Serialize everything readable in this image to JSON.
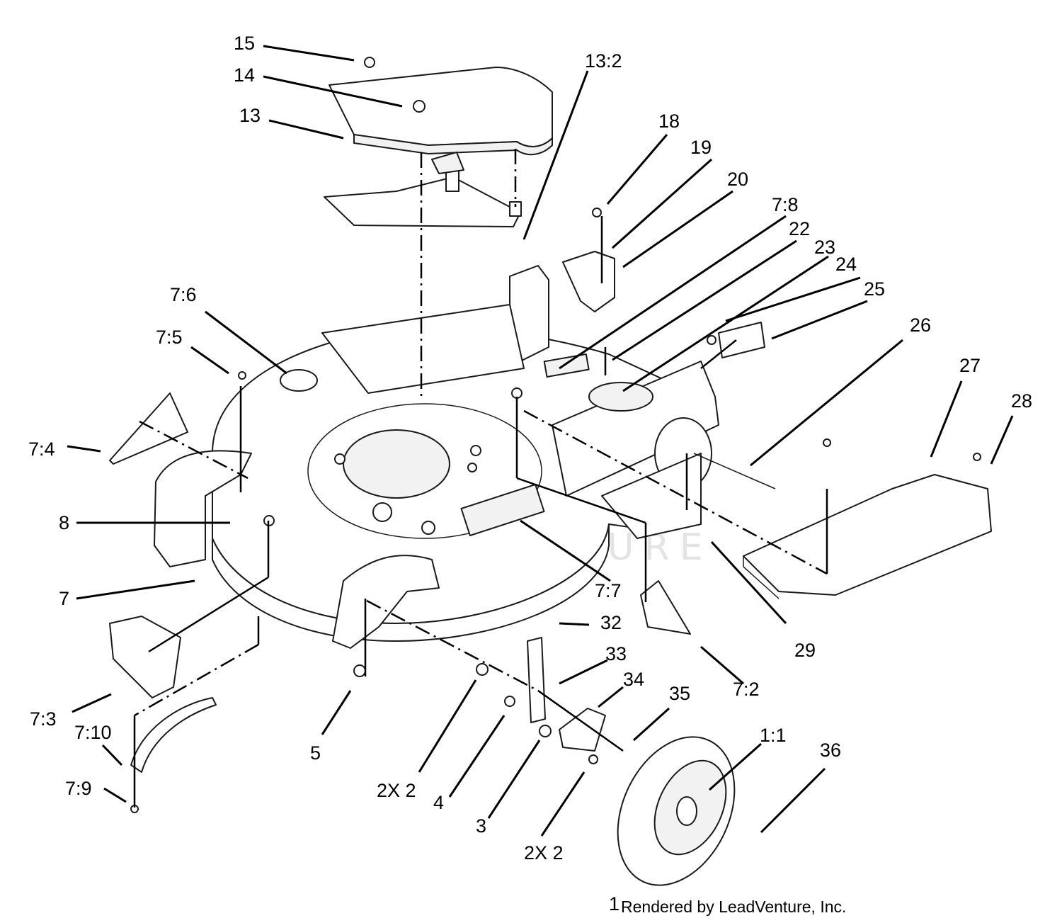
{
  "watermark": "LEADVENTURE",
  "credit_number": "1",
  "credit": "Rendered by LeadVenture, Inc.",
  "callouts": {
    "c15": "15",
    "c14": "14",
    "c13": "13",
    "c13_2": "13:2",
    "c18": "18",
    "c19": "19",
    "c20": "20",
    "c7_8": "7:8",
    "c22": "22",
    "c23": "23",
    "c24": "24",
    "c25": "25",
    "c26": "26",
    "c27": "27",
    "c28": "28",
    "c7_6": "7:6",
    "c7_5": "7:5",
    "c7_4": "7:4",
    "c8": "8",
    "c7": "7",
    "c7_7": "7:7",
    "c29": "29",
    "c32": "32",
    "c33": "33",
    "c34": "34",
    "c35": "35",
    "c1_1": "1:1",
    "c36": "36",
    "c7_2": "7:2",
    "c7_3": "7:3",
    "c7_10": "7:10",
    "c7_9": "7:9",
    "c5": "5",
    "c2x2_a": "2X 2",
    "c4": "4",
    "c3": "3",
    "c2x2_b": "2X 2"
  }
}
